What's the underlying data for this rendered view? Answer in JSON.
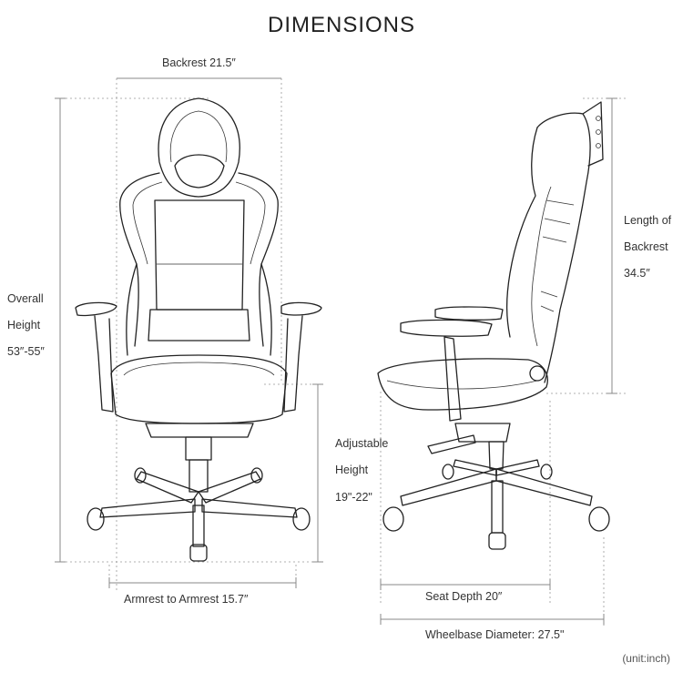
{
  "title": "DIMENSIONS",
  "labels": {
    "backrest_width": "Backrest 21.5″",
    "overall_height": [
      "Overall",
      "Height",
      "53″-55″"
    ],
    "adjustable_height": [
      "Adjustable",
      "Height",
      "19\"-22\""
    ],
    "armrest_to_armrest": "Armrest to Armrest 15.7″",
    "backrest_length": [
      "Length of",
      "Backrest",
      "34.5″"
    ],
    "seat_depth": "Seat Depth 20″",
    "wheelbase": "Wheelbase Diameter: 27.5\""
  },
  "unit_note": "(unit:inch)"
}
